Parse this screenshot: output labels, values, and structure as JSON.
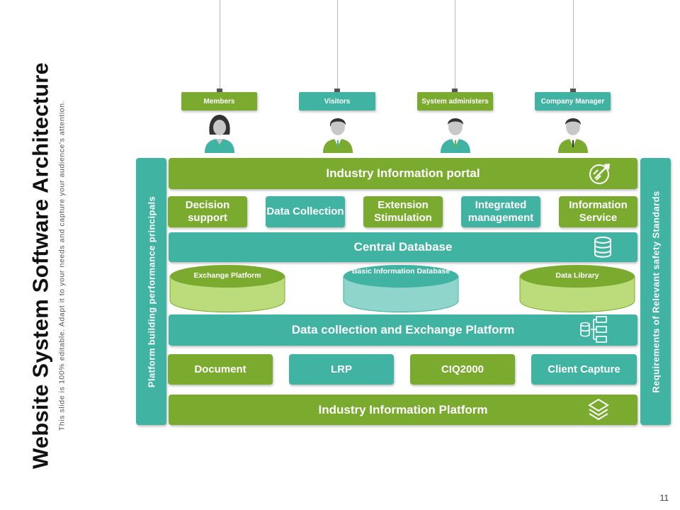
{
  "title": "Website System Software Architecture",
  "subtitle": "This slide is 100% editable. Adapt it to your needs and capture your audience's attention.",
  "roles": [
    "Members",
    "Visitors",
    "System administers",
    "Company Manager"
  ],
  "left_bar": "Platform building performance principals",
  "right_bar": "Requirements of Relevant safety Standards",
  "portal": "Industry Information portal",
  "services": [
    "Decision support",
    "Data Collection",
    "Extension Stimulation",
    "Integrated management",
    "Information Service"
  ],
  "central_db": "Central Database",
  "databases": [
    "Exchange Platform",
    "Basic Information Database",
    "Data Library"
  ],
  "exchange_platform": "Data collection and Exchange Platform",
  "modules": [
    "Document",
    "LRP",
    "CIQ2000",
    "Client Capture"
  ],
  "platform": "Industry Information Platform",
  "page_number": "11",
  "colors": {
    "green": "#7bab2e",
    "teal": "#40b3a2",
    "light_green": "#bcdc7c",
    "light_teal": "#8fd5cb"
  },
  "icons": [
    "rocket-icon",
    "database-icon",
    "data-flow-icon",
    "layers-icon",
    "person-icon"
  ]
}
